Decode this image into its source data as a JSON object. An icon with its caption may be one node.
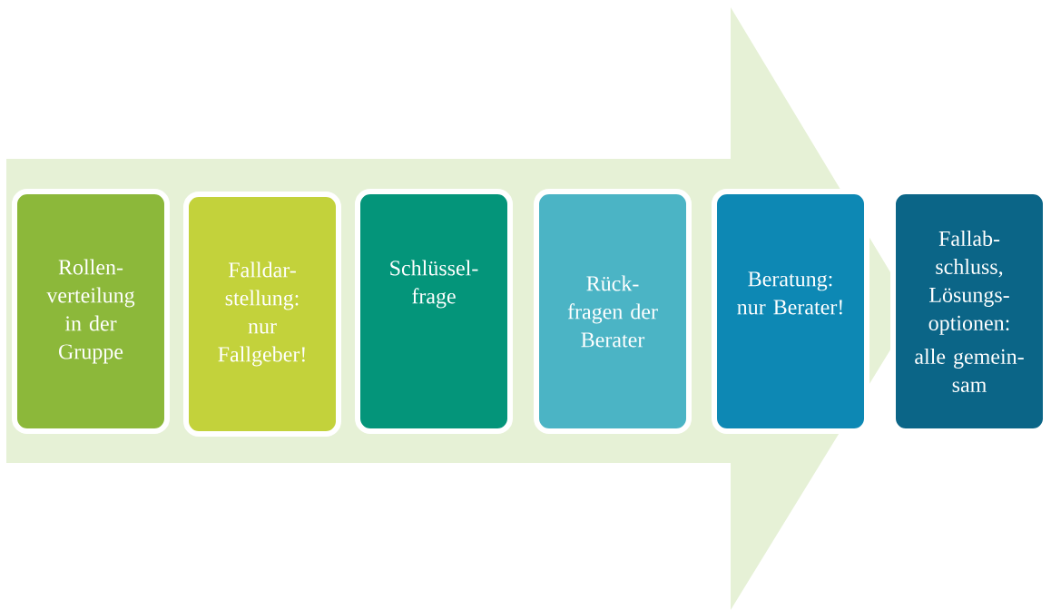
{
  "diagram": {
    "nodes": [
      {
        "text": [
          "Rollen- verteilung in der Gruppe"
        ]
      },
      {
        "text": [
          "Falldar- stellung: nur Fallgeber!"
        ]
      },
      {
        "text": [
          "Schlüssel- frage"
        ]
      },
      {
        "text": [
          "Rück- fragen der Berater"
        ]
      },
      {
        "text": [
          "Beratung: nur Berater!"
        ]
      },
      {
        "text": [
          "Fallab- schluss, Lösungs- optionen:",
          "alle gemein- sam"
        ]
      }
    ],
    "edges": [
      {
        "from": 0,
        "to": 5,
        "arrow": "to"
      }
    ]
  }
}
